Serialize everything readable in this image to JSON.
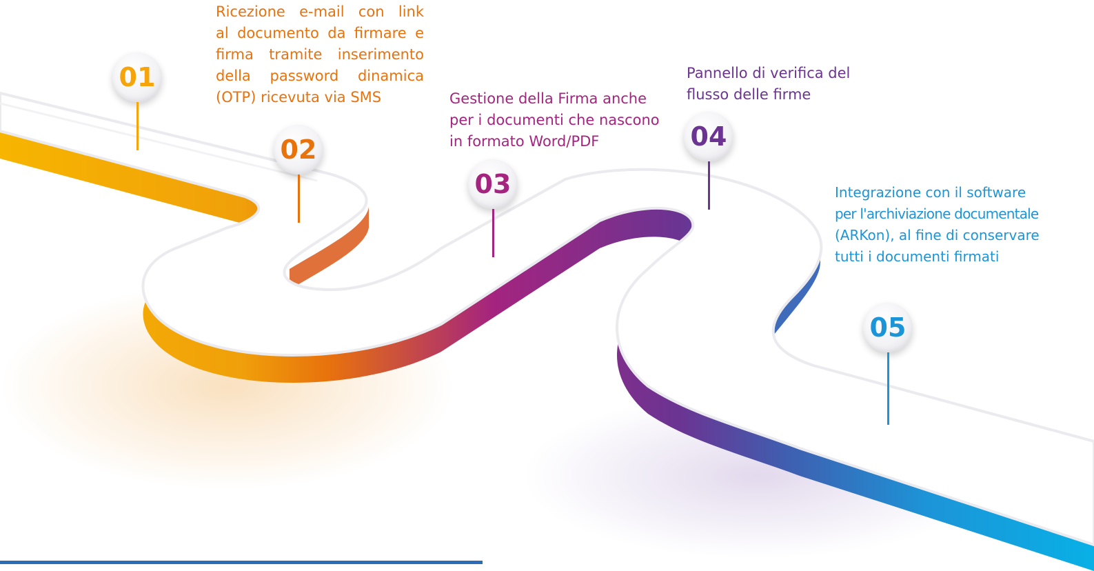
{
  "colors": {
    "step1": "#f5a40a",
    "step2": "#e8720c",
    "step3": "#a4247f",
    "step4": "#6b3492",
    "step5": "#1c95d8",
    "bottom_bar": "#2a6cb5"
  },
  "steps": [
    {
      "number": "01",
      "text_lines": []
    },
    {
      "number": "02",
      "text_lines": [
        "Ricezione e-mail con link",
        "al documento da firmare e",
        "firma tramite inserimento",
        "della password dinamica",
        "(OTP) ricevuta via SMS"
      ]
    },
    {
      "number": "03",
      "text_lines": [
        "Gestione della Firma anche",
        "per i documenti che nascono",
        "in formato Word/PDF"
      ]
    },
    {
      "number": "04",
      "text_lines": [
        "Pannello di verifica del",
        "flusso delle firme"
      ]
    },
    {
      "number": "05",
      "text_lines": [
        "Integrazione con il software",
        "per l'archiviazione documentale",
        "(ARKon), al fine di conservare",
        "tutti i documenti firmati"
      ]
    }
  ]
}
